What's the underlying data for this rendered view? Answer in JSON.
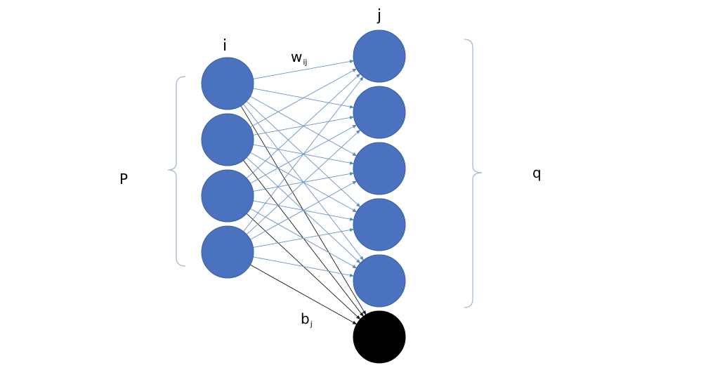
{
  "labels": {
    "input_node": "i",
    "output_node": "j",
    "weight_base": "w",
    "weight_sub": "ij",
    "bias_base": "b",
    "bias_sub": "j",
    "input_count": "P",
    "output_count": "q"
  },
  "network": {
    "input_neurons": 4,
    "output_neurons": 5,
    "bias_neurons": 1
  },
  "colors": {
    "neuron_fill": "#4a72be",
    "neuron_stroke": "#3a5f9e",
    "bias_fill": "#000000",
    "weight_edge": "#6a93c9",
    "bias_edge": "#1a1a1a",
    "brace": "#9eb5cf"
  }
}
